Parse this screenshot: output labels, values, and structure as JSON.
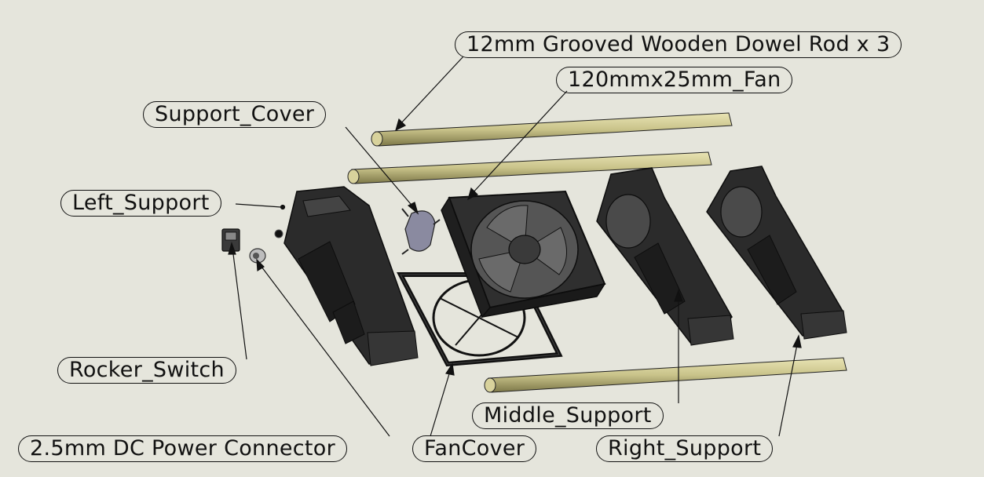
{
  "labels": {
    "dowel_rod": "12mm Grooved Wooden Dowel Rod x 3",
    "fan": "120mmx25mm_Fan",
    "support_cover": "Support_Cover",
    "left_support": "Left_Support",
    "rocker_switch": "Rocker_Switch",
    "dc_connector": "2.5mm DC Power Connector",
    "fan_cover": "FanCover",
    "middle_support": "Middle_Support",
    "right_support": "Right_Support"
  },
  "colors": {
    "background": "#e5e5dc",
    "part_dark": "#2b2b2b",
    "part_edge": "#0d0d0d",
    "dowel": "#c9c38a",
    "cover_plate": "#8a8aa0",
    "leader_line": "#111111"
  }
}
